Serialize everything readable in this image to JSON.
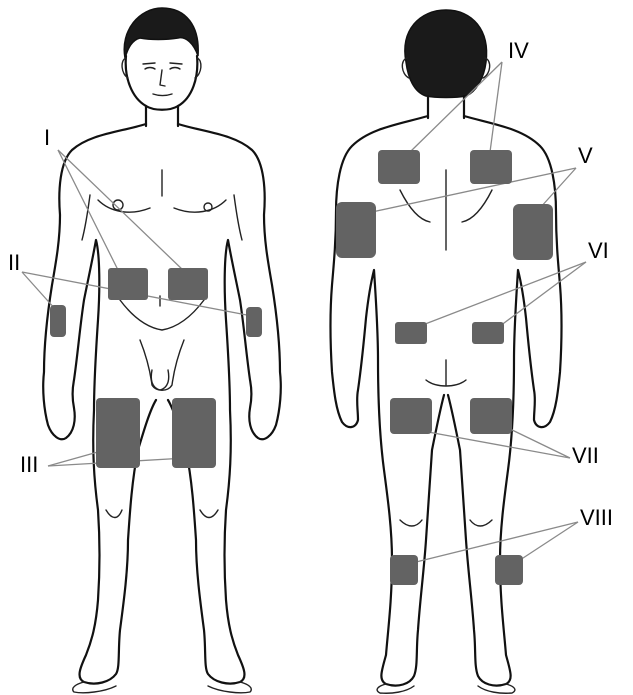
{
  "figure": {
    "labels": {
      "I": "I",
      "II": "II",
      "III": "III",
      "IV": "IV",
      "V": "V",
      "VI": "VI",
      "VII": "VII",
      "VIII": "VIII"
    },
    "colors": {
      "patch": "#636363",
      "leader": "#8a8a8a",
      "outline": "#111111"
    },
    "icons": {
      "front": "human-body-front",
      "back": "human-body-back"
    }
  }
}
